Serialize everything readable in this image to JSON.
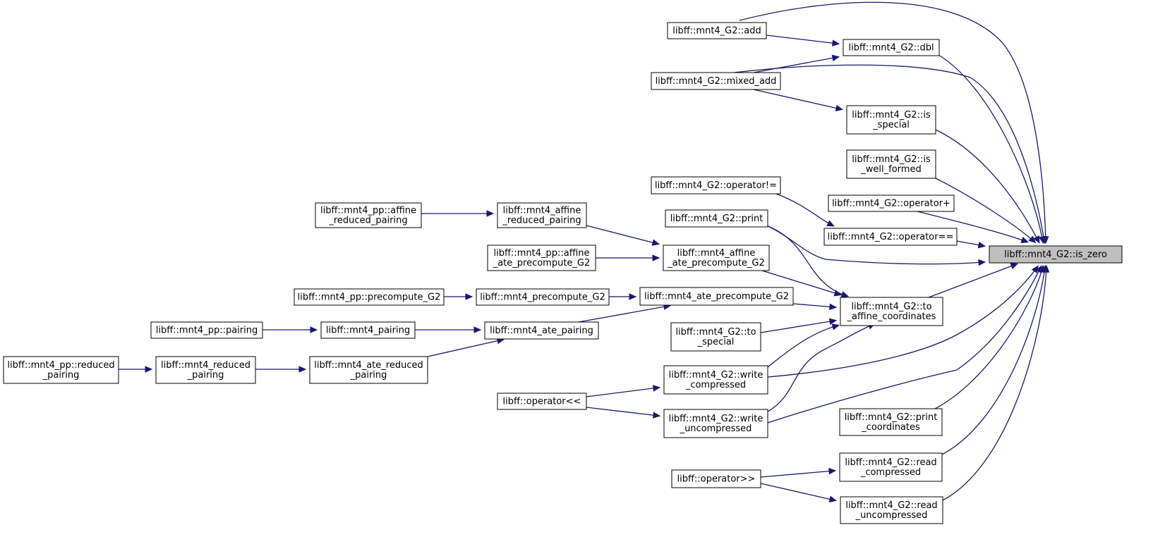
{
  "graph": {
    "root": "is_zero",
    "nodes": [
      {
        "id": "is_zero",
        "lines": [
          "libff::mnt4_G2::is_zero"
        ],
        "root": true
      },
      {
        "id": "add",
        "lines": [
          "libff::mnt4_G2::add"
        ]
      },
      {
        "id": "dbl",
        "lines": [
          "libff::mnt4_G2::dbl"
        ]
      },
      {
        "id": "mixed_add",
        "lines": [
          "libff::mnt4_G2::mixed_add"
        ]
      },
      {
        "id": "is_special",
        "lines": [
          "libff::mnt4_G2::is",
          "_special"
        ]
      },
      {
        "id": "is_well_formed",
        "lines": [
          "libff::mnt4_G2::is",
          "_well_formed"
        ]
      },
      {
        "id": "op_neq",
        "lines": [
          "libff::mnt4_G2::operator!="
        ]
      },
      {
        "id": "op_plus",
        "lines": [
          "libff::mnt4_G2::operator+"
        ]
      },
      {
        "id": "op_eq",
        "lines": [
          "libff::mnt4_G2::operator=="
        ]
      },
      {
        "id": "print",
        "lines": [
          "libff::mnt4_G2::print"
        ]
      },
      {
        "id": "pp_affine_red",
        "lines": [
          "libff::mnt4_pp::affine",
          "_reduced_pairing"
        ]
      },
      {
        "id": "affine_red",
        "lines": [
          "libff::mnt4_affine",
          "_reduced_pairing"
        ]
      },
      {
        "id": "pp_affine_ate",
        "lines": [
          "libff::mnt4_pp::affine",
          "_ate_precompute_G2"
        ]
      },
      {
        "id": "affine_ate",
        "lines": [
          "libff::mnt4_affine",
          "_ate_precompute_G2"
        ]
      },
      {
        "id": "pp_precompute",
        "lines": [
          "libff::mnt4_pp::precompute_G2"
        ]
      },
      {
        "id": "precompute",
        "lines": [
          "libff::mnt4_precompute_G2"
        ]
      },
      {
        "id": "ate_precompute",
        "lines": [
          "libff::mnt4_ate_precompute_G2"
        ]
      },
      {
        "id": "to_affine",
        "lines": [
          "libff::mnt4_G2::to",
          "_affine_coordinates"
        ]
      },
      {
        "id": "pp_pairing",
        "lines": [
          "libff::mnt4_pp::pairing"
        ]
      },
      {
        "id": "pairing",
        "lines": [
          "libff::mnt4_pairing"
        ]
      },
      {
        "id": "ate_pairing",
        "lines": [
          "libff::mnt4_ate_pairing"
        ]
      },
      {
        "id": "to_special",
        "lines": [
          "libff::mnt4_G2::to",
          "_special"
        ]
      },
      {
        "id": "pp_reduced",
        "lines": [
          "libff::mnt4_pp::reduced",
          "_pairing"
        ]
      },
      {
        "id": "reduced",
        "lines": [
          "libff::mnt4_reduced",
          "_pairing"
        ]
      },
      {
        "id": "ate_reduced",
        "lines": [
          "libff::mnt4_ate_reduced",
          "_pairing"
        ]
      },
      {
        "id": "write_comp",
        "lines": [
          "libff::mnt4_G2::write",
          "_compressed"
        ]
      },
      {
        "id": "op_shl",
        "lines": [
          "libff::operator<<"
        ]
      },
      {
        "id": "write_uncomp",
        "lines": [
          "libff::mnt4_G2::write",
          "_uncompressed"
        ]
      },
      {
        "id": "print_coord",
        "lines": [
          "libff::mnt4_G2::print",
          "_coordinates"
        ]
      },
      {
        "id": "read_comp",
        "lines": [
          "libff::mnt4_G2::read",
          "_compressed"
        ]
      },
      {
        "id": "op_shr",
        "lines": [
          "libff::operator>>"
        ]
      },
      {
        "id": "read_uncomp",
        "lines": [
          "libff::mnt4_G2::read",
          "_uncompressed"
        ]
      }
    ],
    "edges": [
      {
        "from": "add",
        "to": "is_zero"
      },
      {
        "from": "add",
        "to": "dbl"
      },
      {
        "from": "dbl",
        "to": "is_zero"
      },
      {
        "from": "mixed_add",
        "to": "dbl"
      },
      {
        "from": "mixed_add",
        "to": "is_zero"
      },
      {
        "from": "mixed_add",
        "to": "is_special"
      },
      {
        "from": "is_special",
        "to": "is_zero"
      },
      {
        "from": "is_well_formed",
        "to": "is_zero"
      },
      {
        "from": "op_neq",
        "to": "op_eq"
      },
      {
        "from": "op_plus",
        "to": "is_zero"
      },
      {
        "from": "op_eq",
        "to": "is_zero"
      },
      {
        "from": "print",
        "to": "is_zero"
      },
      {
        "from": "print",
        "to": "to_affine"
      },
      {
        "from": "pp_affine_red",
        "to": "affine_red"
      },
      {
        "from": "affine_red",
        "to": "affine_ate"
      },
      {
        "from": "pp_affine_ate",
        "to": "affine_ate"
      },
      {
        "from": "affine_ate",
        "to": "to_affine"
      },
      {
        "from": "pp_precompute",
        "to": "precompute"
      },
      {
        "from": "precompute",
        "to": "ate_precompute"
      },
      {
        "from": "ate_precompute",
        "to": "to_affine"
      },
      {
        "from": "to_affine",
        "to": "is_zero"
      },
      {
        "from": "pp_pairing",
        "to": "pairing"
      },
      {
        "from": "pairing",
        "to": "ate_pairing"
      },
      {
        "from": "ate_pairing",
        "to": "ate_precompute"
      },
      {
        "from": "to_special",
        "to": "to_affine"
      },
      {
        "from": "pp_reduced",
        "to": "reduced"
      },
      {
        "from": "reduced",
        "to": "ate_reduced"
      },
      {
        "from": "ate_reduced",
        "to": "ate_pairing"
      },
      {
        "from": "write_comp",
        "to": "to_affine"
      },
      {
        "from": "write_comp",
        "to": "is_zero"
      },
      {
        "from": "op_shl",
        "to": "write_comp"
      },
      {
        "from": "op_shl",
        "to": "write_uncomp"
      },
      {
        "from": "write_uncomp",
        "to": "to_affine"
      },
      {
        "from": "write_uncomp",
        "to": "is_zero"
      },
      {
        "from": "print_coord",
        "to": "is_zero"
      },
      {
        "from": "read_comp",
        "to": "is_zero"
      },
      {
        "from": "op_shr",
        "to": "read_comp"
      },
      {
        "from": "op_shr",
        "to": "read_uncomp"
      },
      {
        "from": "read_uncomp",
        "to": "is_zero"
      }
    ],
    "colors": {
      "edge": "#191970",
      "root_fill": "#bfbfbf",
      "node_fill": "#ffffff"
    }
  }
}
